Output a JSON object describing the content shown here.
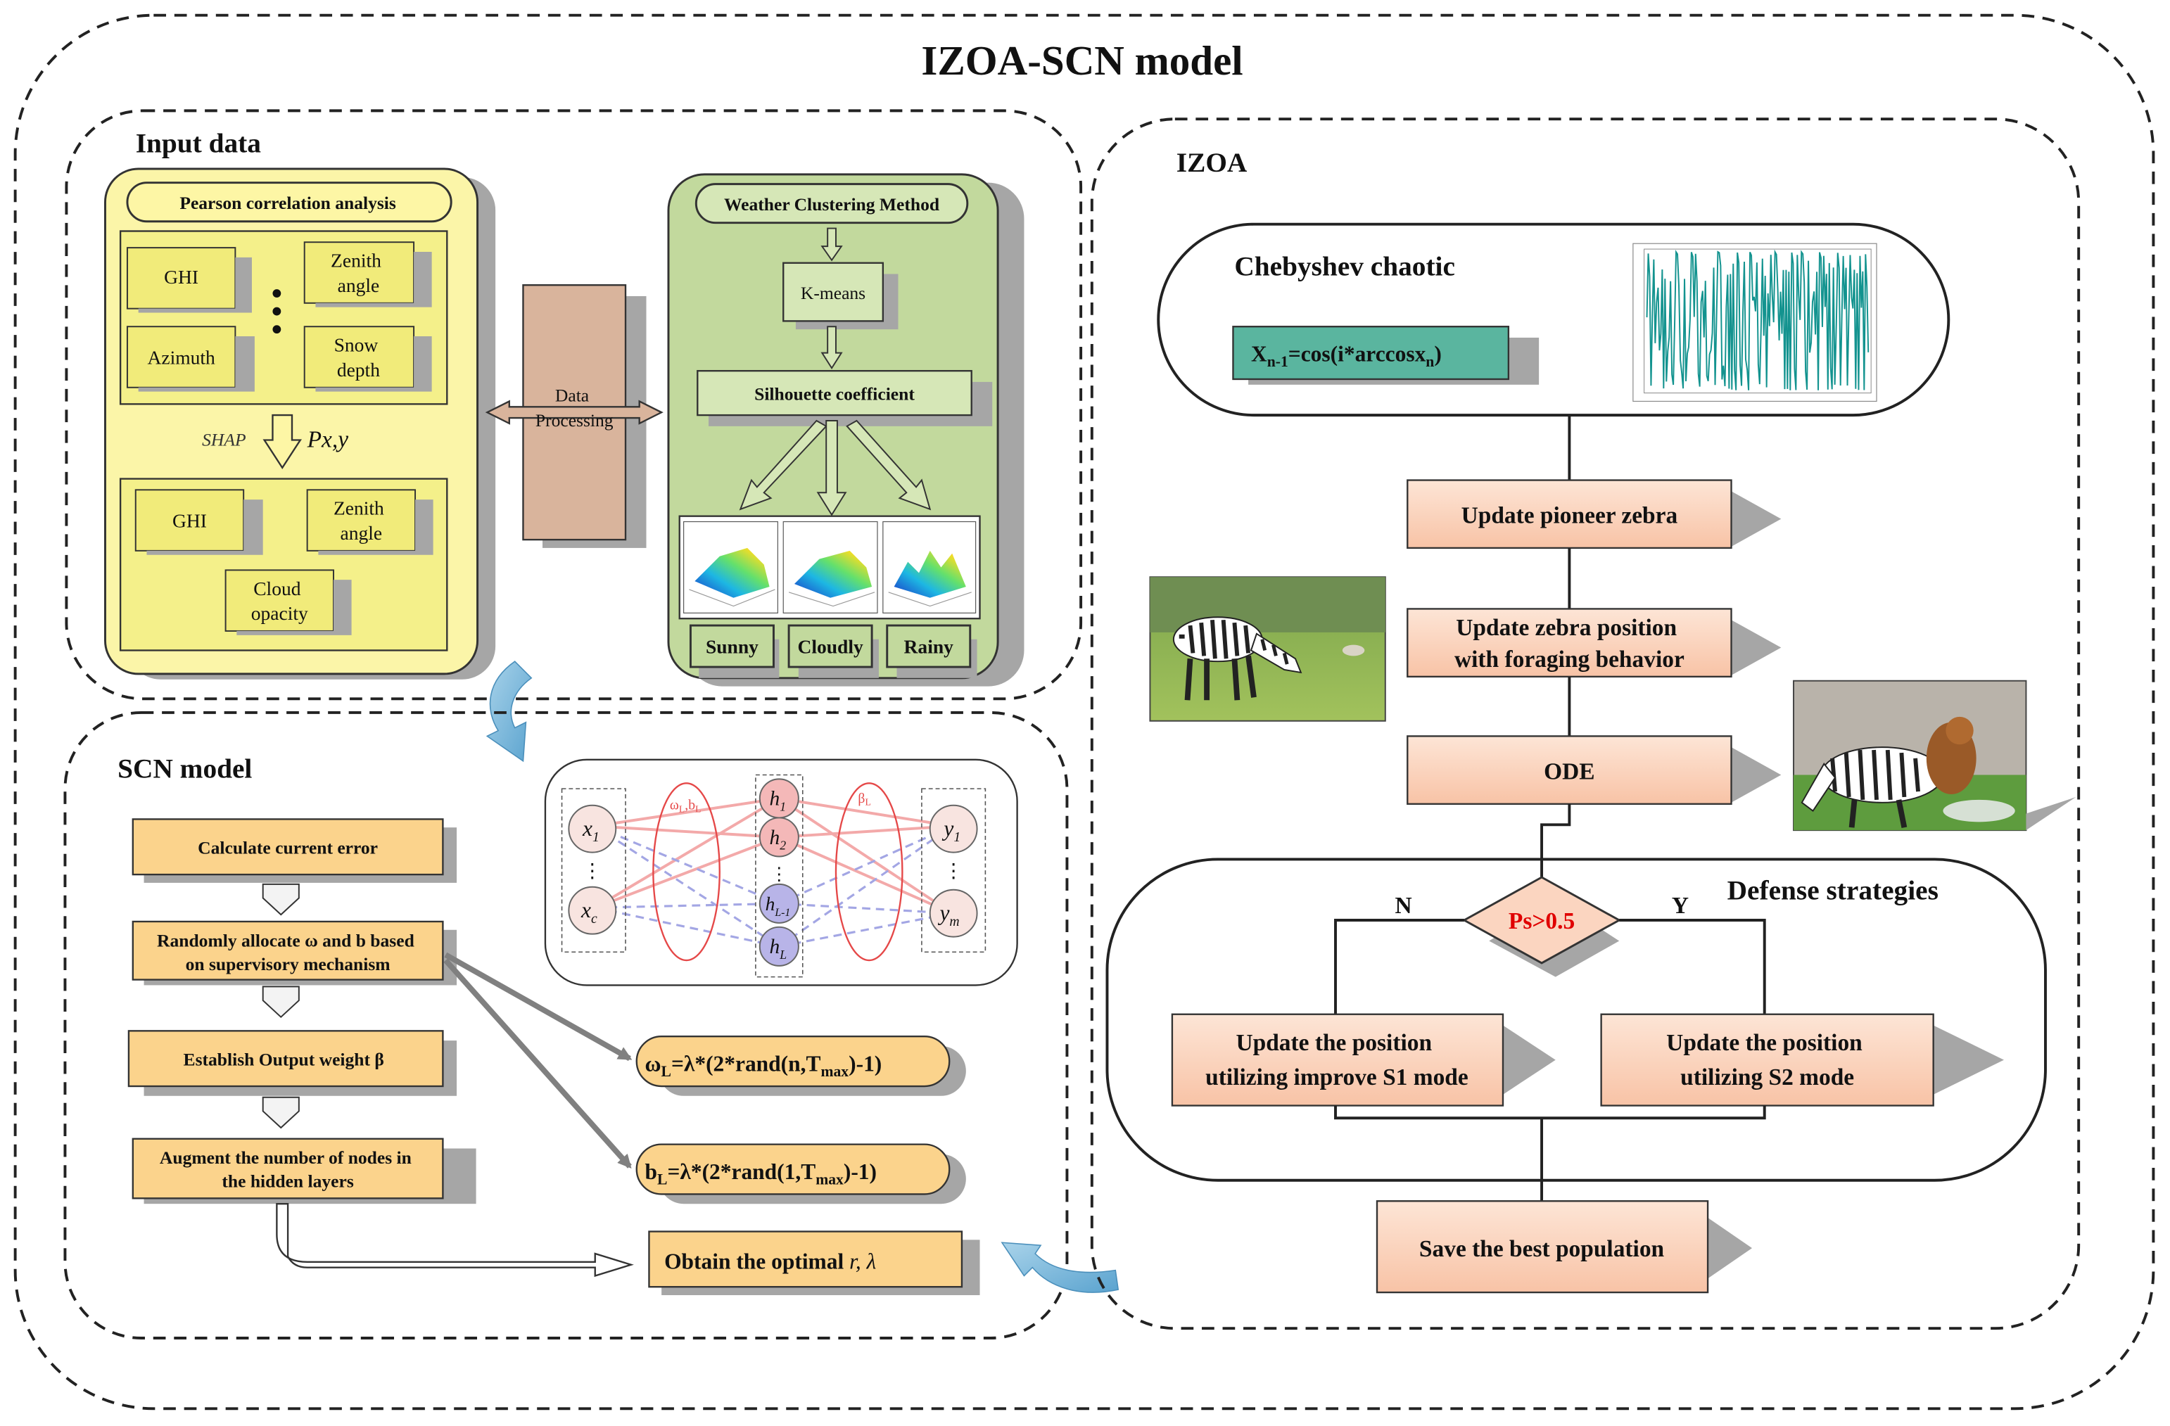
{
  "title": "IZOA-SCN model",
  "input_data": {
    "heading": "Input data",
    "pearson": {
      "label": "Pearson correlation analysis",
      "features": [
        "GHI",
        "Zenith angle",
        "Azimuth",
        "Snow depth"
      ],
      "ellipsis": "⋮",
      "shap_label": "SHAP",
      "pxy_label": "Px,y",
      "selected": [
        "GHI",
        "Zenith angle",
        "Cloud opacity"
      ]
    },
    "data_processing": "Data Processing",
    "weather": {
      "label": "Weather Clustering Method",
      "kmeans": "K-means",
      "silhouette": "Silhouette coefficient",
      "clusters": [
        "Sunny",
        "Cloudly",
        "Rainy"
      ]
    }
  },
  "izoa": {
    "heading": "IZOA",
    "chebyshev": {
      "title": "Chebyshev chaotic",
      "formula_main": "X",
      "formula_sub1": "n-1",
      "formula_mid": "=cos(i*arccosx",
      "formula_sub2": "n",
      "formula_end": ")"
    },
    "steps": [
      "Update pioneer zebra",
      "Update zebra position with foraging behavior",
      "ODE"
    ],
    "defense": {
      "title": "Defense strategies",
      "condition": "Ps>0.5",
      "no": "N",
      "yes": "Y",
      "s1": "Update the position utilizing  improve S1 mode",
      "s2": "Update the position utilizing  S2 mode"
    },
    "save": "Save the best population"
  },
  "scn": {
    "heading": "SCN model",
    "steps": [
      "Calculate current error",
      "Randomly allocate ω and b based on supervisory mechanism",
      "Establish Output weight β",
      "Augment the number of nodes in the hidden layers"
    ],
    "omega_formula": {
      "lhs": "ω",
      "lhs_sub": "L",
      "body": "=λ*(2*rand(n,T",
      "sub": "max",
      "end": ")-1)"
    },
    "b_formula": {
      "lhs": "b",
      "lhs_sub": "L",
      "body": "=λ*(2*rand(1,T",
      "sub": "max",
      "end": ")-1)"
    },
    "optimal": {
      "prefix": "Obtain the optimal ",
      "vars": "r, λ"
    },
    "network": {
      "inputs": [
        "x",
        "x"
      ],
      "input_subs": [
        "1",
        "c"
      ],
      "hidden": [
        "h",
        "h",
        "h",
        "h"
      ],
      "hidden_subs": [
        "1",
        "2",
        "L-1",
        "L"
      ],
      "outputs": [
        "y",
        "y"
      ],
      "output_subs": [
        "1",
        "m"
      ],
      "label_in": "ω",
      "label_in_subs": "L",
      "label_in_b": "b",
      "label_in_b_sub": "L",
      "label_out": "β",
      "label_out_sub": "L",
      "dots": "⋮"
    }
  },
  "colors": {
    "yellow_panel": "#fbf5a8",
    "yellow_box": "#f4f08a",
    "green_panel": "#c2d99d",
    "green_box": "#d6e7b7",
    "brown": "#d9b49c",
    "salmon": "#fbd5c0",
    "orange": "#fbd38c",
    "teal": "#5ab59f",
    "chart_teal": "#13938f",
    "red_text": "#e00000",
    "blue_arrow": "#6eb2d6",
    "shadow": "#a6a6a6"
  }
}
